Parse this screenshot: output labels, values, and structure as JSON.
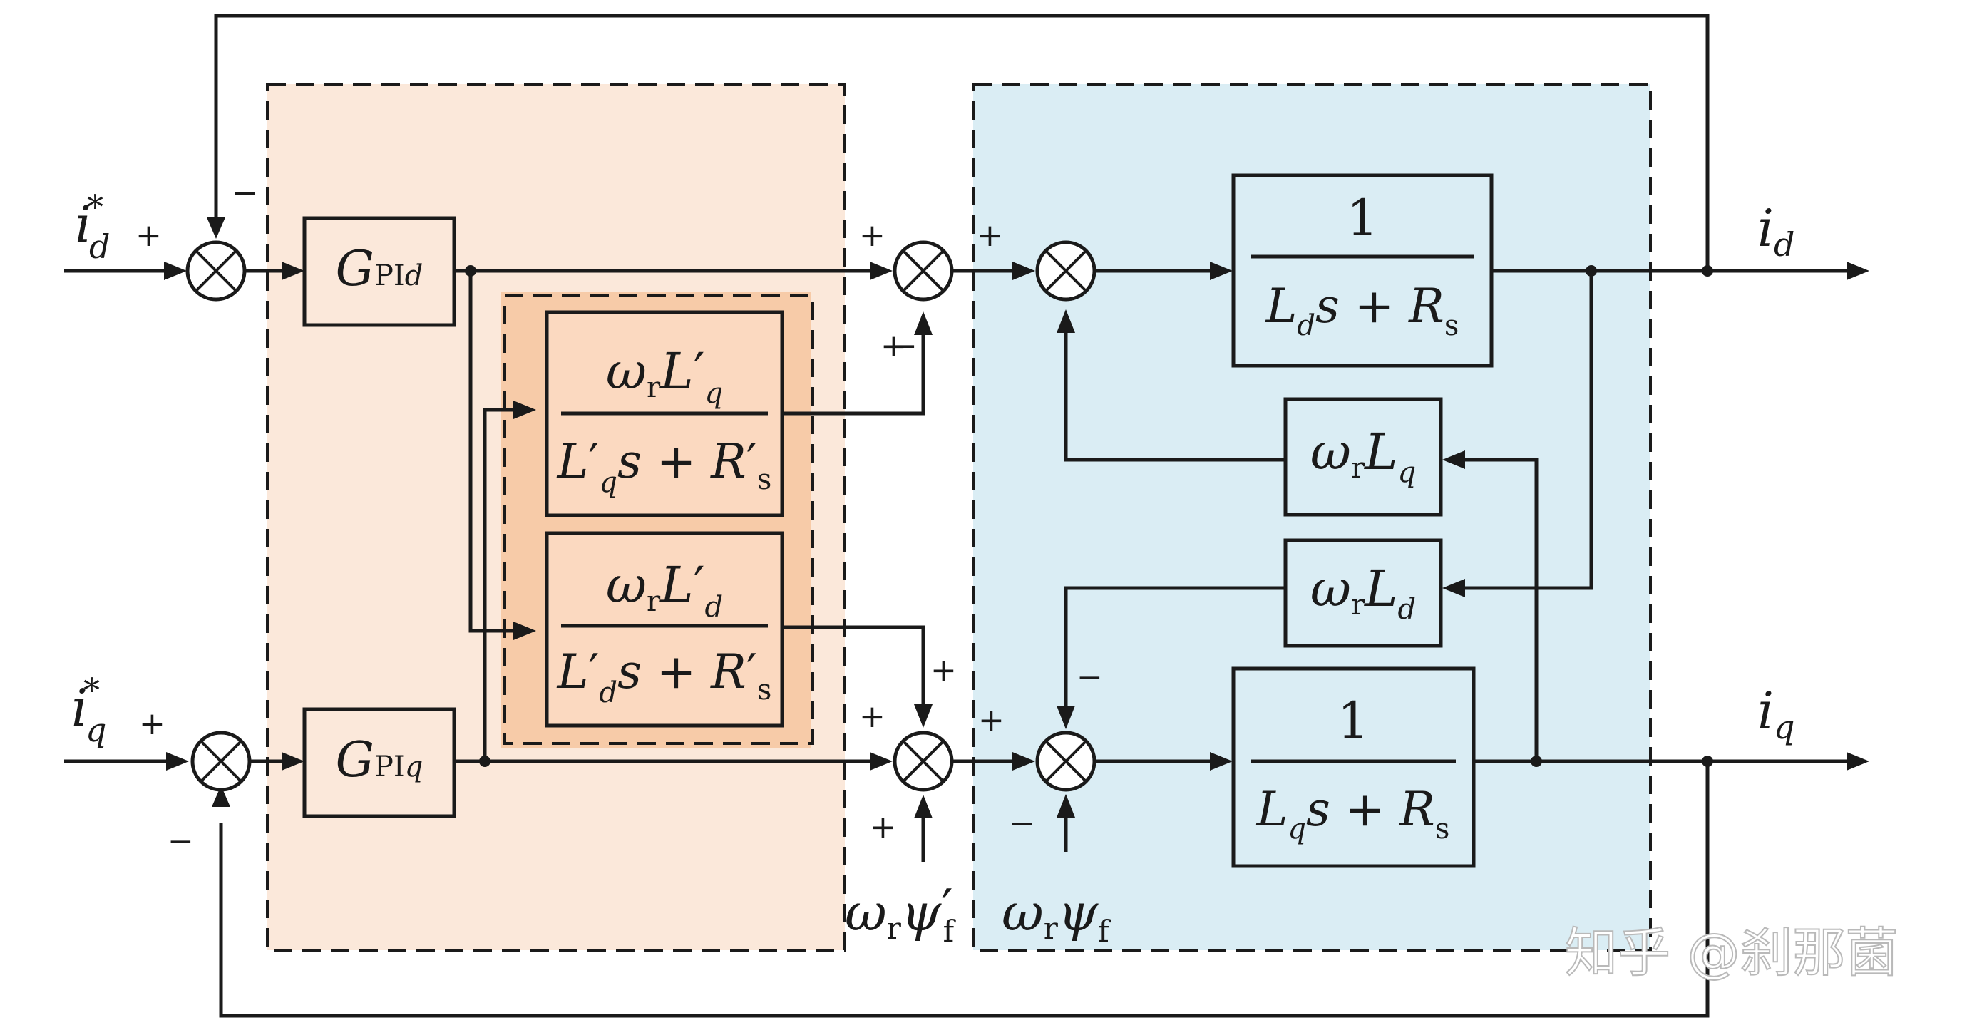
{
  "regions": {
    "controller_fill": "#fbe8da",
    "plant_fill": "#daedf4",
    "inner_fill": "#f7cba8",
    "block_fill": "#fbd9c0"
  },
  "labels": {
    "id_ref": "i",
    "id_ref_sub": "d",
    "id_ref_sup": "*",
    "iq_ref": "i",
    "iq_ref_sub": "q",
    "iq_ref_sup": "*",
    "id_out": "i",
    "id_out_sub": "d",
    "iq_out": "i",
    "iq_out_sub": "q",
    "flux_model_w": "ω",
    "flux_model_r": "r",
    "flux_model_psi": "ψ",
    "flux_model_prime": "′",
    "flux_model_f": "f",
    "flux_plant_w": "ω",
    "flux_plant_r": "r",
    "flux_plant_psi": "ψ",
    "flux_plant_f": "f"
  },
  "blocks": {
    "gpid": {
      "main": "G",
      "sub": "PI",
      "sub_it": "d"
    },
    "gpiq": {
      "main": "G",
      "sub": "PI",
      "sub_it": "q"
    },
    "decouple_q_model": {
      "num_w": "ω",
      "num_r": "r",
      "num_L": "L",
      "num_sub": "q",
      "num_prime": "′",
      "den_L": "L",
      "den_prime": "′",
      "den_sub": "q",
      "den_s": "s + ",
      "den_R": "R",
      "den_Rprime": "′",
      "den_Rsub": "s"
    },
    "decouple_d_model": {
      "num_w": "ω",
      "num_r": "r",
      "num_L": "L",
      "num_sub": "d",
      "num_prime": "′",
      "den_L": "L",
      "den_prime": "′",
      "den_sub": "d",
      "den_s": "s + ",
      "den_R": "R",
      "den_Rprime": "′",
      "den_Rsub": "s"
    },
    "plant_d": {
      "num": "1",
      "den_L": "L",
      "den_sub": "d",
      "den_s": "s + ",
      "den_R": "R",
      "den_Rsub": "s"
    },
    "plant_q": {
      "num": "1",
      "den_L": "L",
      "den_sub": "q",
      "den_s": "s + ",
      "den_R": "R",
      "den_Rsub": "s"
    },
    "cross_q": {
      "w": "ω",
      "r": "r",
      "L": "L",
      "sub": "q"
    },
    "cross_d": {
      "w": "ω",
      "r": "r",
      "L": "L",
      "sub": "d"
    }
  },
  "signs": {
    "s1_plus": "+",
    "s1_minus": "−",
    "s2_plus": "+",
    "s2_minus": "−",
    "s3_plus_left": "+",
    "s3_plus_bottom": "+",
    "s4_plus_left": "+",
    "s4_plus_top": "+",
    "s4_plus_bottom": "+",
    "s5_plus_left": "+",
    "s5_minus_top": "−",
    "s5_minus_bottom": "−",
    "s6_plus_left": "+",
    "s6_minus_bottom": "−"
  },
  "watermark": "知乎 @刹那菌"
}
